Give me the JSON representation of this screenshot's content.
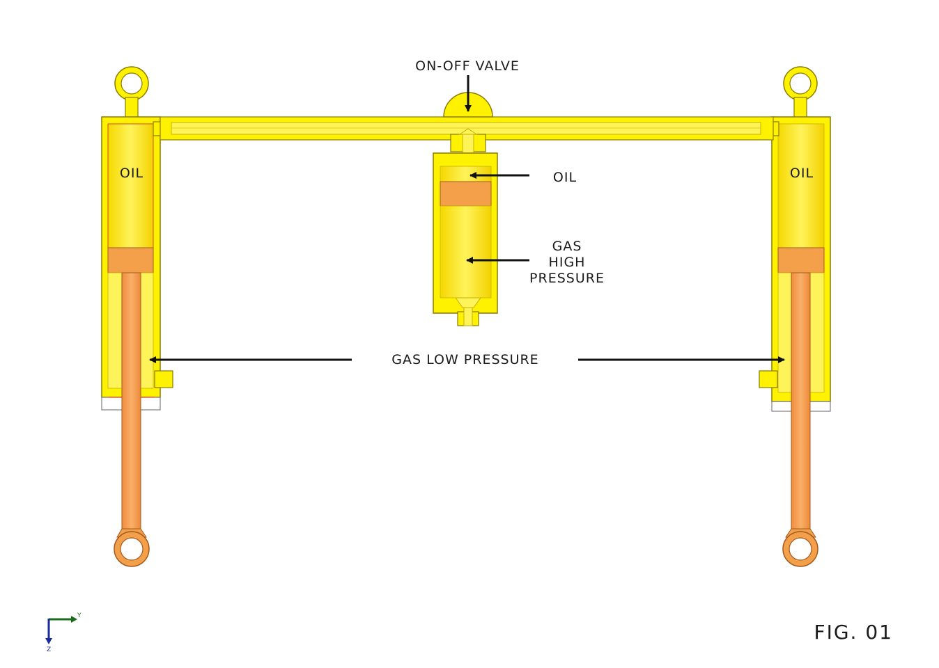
{
  "labels": {
    "valve": "ON-OFF VALVE",
    "oil_left": "OIL",
    "oil_right": "OIL",
    "oil_accumulator": "OIL",
    "gas_high_line1": "GAS",
    "gas_high_line2": "HIGH",
    "gas_high_line3": "PRESSURE",
    "gas_low": "GAS LOW PRESSURE",
    "figure": "FIG. 01"
  },
  "axes": {
    "y": "Y",
    "z": "Z"
  },
  "colors": {
    "body_yellow": "#fff200",
    "dark_yellow": "#e6c800",
    "piston_orange": "#f4a04a",
    "outline": "#8a7a00",
    "text": "#1a1a1a"
  }
}
